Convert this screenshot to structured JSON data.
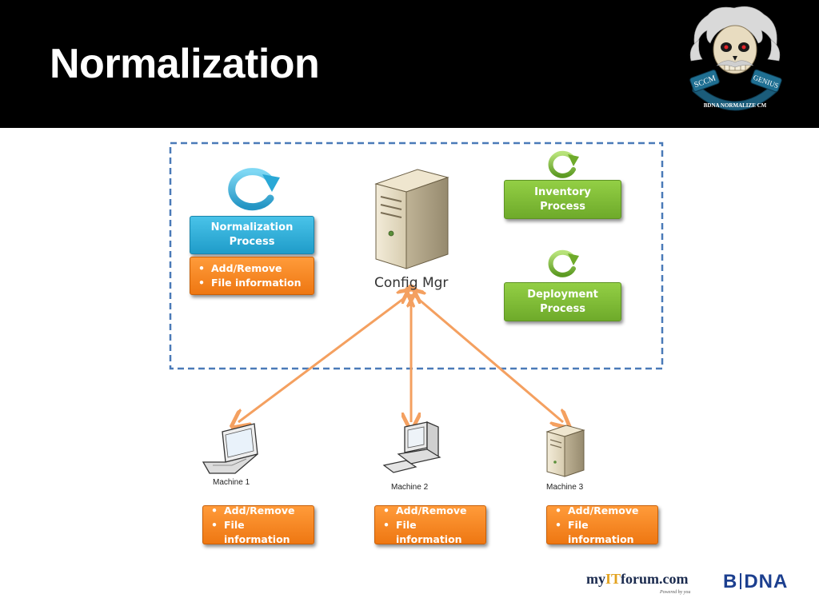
{
  "slide": {
    "title": "Normalization"
  },
  "logo": {
    "left_text": "SCCM",
    "right_text": "GENIUS",
    "bottom_text": "BDNA NORMALIZE CM"
  },
  "diagram": {
    "config_mgr_label": "Config Mgr",
    "normalization": {
      "line1": "Normalization",
      "line2": "Process",
      "bullets": [
        "Add/Remove",
        "File information"
      ]
    },
    "inventory": {
      "line1": "Inventory",
      "line2": "Process"
    },
    "deployment": {
      "line1": "Deployment",
      "line2": "Process"
    },
    "machines": [
      {
        "label": "Machine 1",
        "bullets": [
          "Add/Remove",
          "File information"
        ]
      },
      {
        "label": "Machine 2",
        "bullets": [
          "Add/Remove",
          "File information"
        ]
      },
      {
        "label": "Machine 3",
        "bullets": [
          "Add/Remove",
          "File information"
        ]
      }
    ],
    "colors": {
      "blue": "#2aa8d6",
      "green": "#7dbb35",
      "orange": "#f58220",
      "arrow": "#f4a060",
      "dash": "#4a7ab8"
    }
  },
  "footer": {
    "myit_prefix": "my",
    "myit_it": "IT",
    "myit_suffix": "forum.com",
    "myit_tagline": "Powered by you",
    "bdna_a": "B",
    "bdna_b": "DNA"
  }
}
